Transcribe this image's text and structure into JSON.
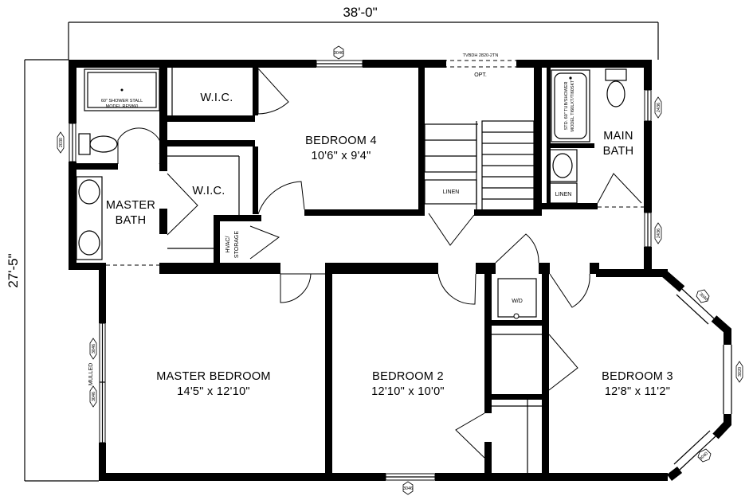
{
  "dimensions": {
    "width": "38'-0\"",
    "depth": "27'-5\""
  },
  "rooms": {
    "bedroom4": {
      "name": "BEDROOM 4",
      "size": "10'6\" x 9'4\""
    },
    "master_bedroom": {
      "name": "MASTER BEDROOM",
      "size": "14'5\" x 12'10\""
    },
    "bedroom2": {
      "name": "BEDROOM 2",
      "size": "12'10\" x 10'0\""
    },
    "bedroom3": {
      "name": "BEDROOM 3",
      "size": "12'8\" x 11'2\""
    },
    "master_bath": {
      "line1": "MASTER",
      "line2": "BATH"
    },
    "main_bath": {
      "line1": "MAIN",
      "line2": "BATH"
    },
    "wic_top": "W.I.C.",
    "wic_mid": "W.I.C.",
    "linen_stair": "LINEN",
    "linen_bath": "LINEN",
    "hvac": {
      "line1": "HVAC/",
      "line2": "STORAGE"
    },
    "wd": "W/D"
  },
  "fixtures": {
    "shower": {
      "line1": "60\" SHOWER STALL",
      "line2": "MODEL RE5860"
    },
    "tub": {
      "line1": "STD. 60\" TUB/SHOWER",
      "line2": "MODEL TI60LXT/TI60SKT"
    },
    "opt": "OPT.",
    "tvbdh": "TVBDH 2820-2TN",
    "mulled": "MULLED"
  },
  "window_tags": {
    "top_bedroom4": "3046",
    "left_bath": "2030",
    "right_bath_upper": "2436",
    "right_bath_lower": "2436",
    "master_upper": "3046",
    "master_lower": "3046",
    "bottom_bedroom2": "3046",
    "bay_upper": "3040",
    "bay_right": "3020",
    "bay_lower": "3040"
  }
}
